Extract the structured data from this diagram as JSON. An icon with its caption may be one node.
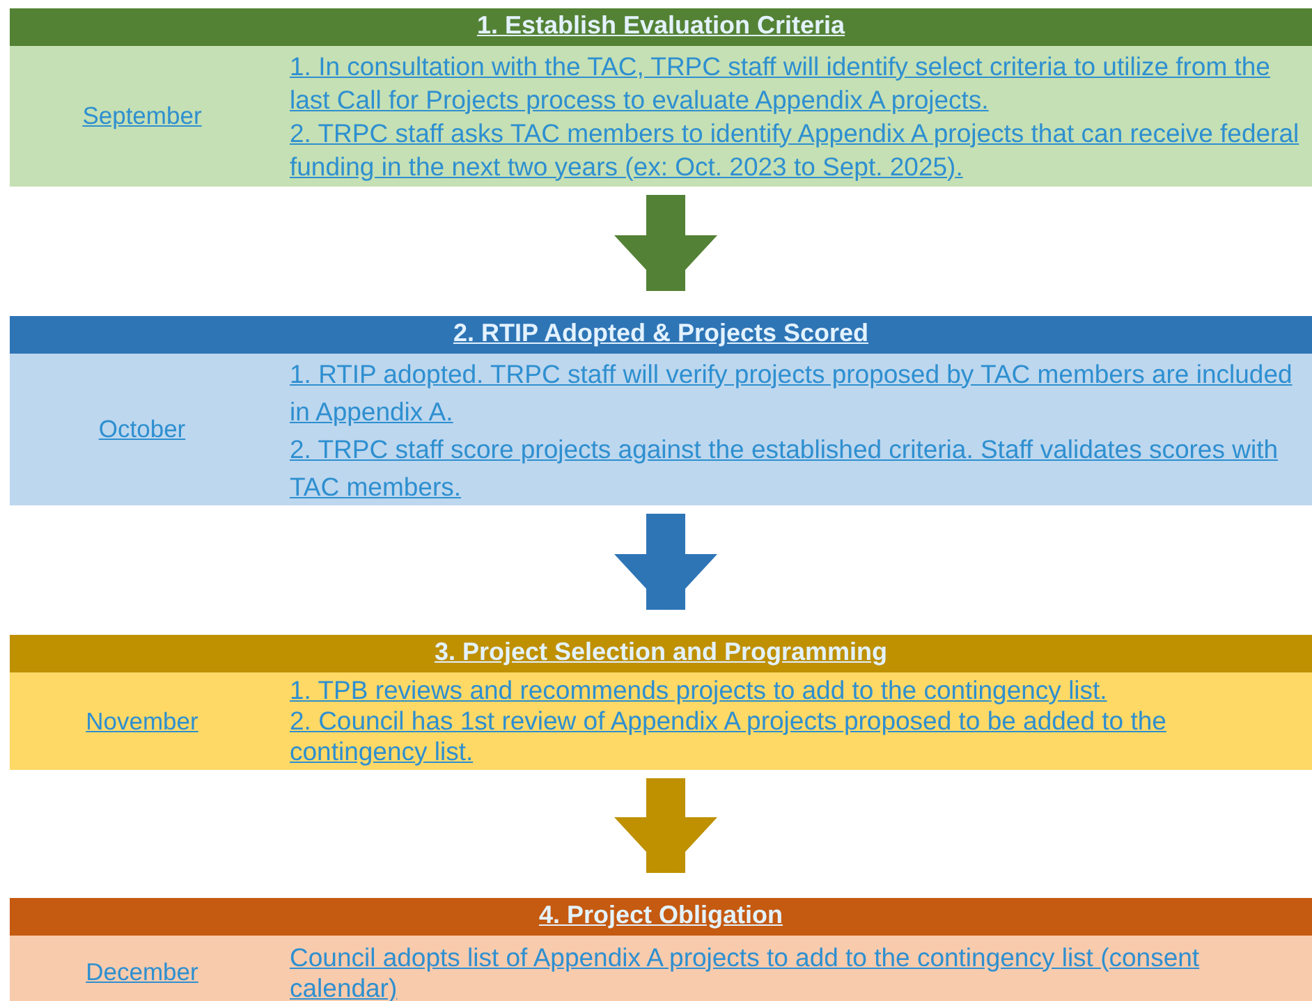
{
  "diagram": {
    "nodes": [
      {
        "text": [
          "1. Establish Evaluation Criteria"
        ]
      },
      {
        "text": [
          "September"
        ],
        "in": 0
      },
      {
        "text": [
          "1. In consultation with the TAC, TRPC staff will identify select criteria to utilize from the last Call for Projects process to evaluate Appendix A projects.",
          "2. TRPC staff asks TAC members to identify Appendix A projects that can receive federal funding in the next two years (ex:  Oct. 2023 to Sept. 2025)."
        ],
        "in": 0
      },
      {
        "text": [
          "2. RTIP Adopted & Projects Scored"
        ]
      },
      {
        "text": [
          "October"
        ],
        "in": 3
      },
      {
        "text": [
          "1. RTIP adopted.  TRPC staff will verify projects proposed by TAC members are included in Appendix A.",
          "2. TRPC staff score projects against the established criteria.  Staff validates scores with TAC members."
        ],
        "in": 3
      },
      {
        "text": [
          "3. Project Selection and Programming"
        ]
      },
      {
        "text": [
          "November"
        ],
        "in": 6
      },
      {
        "text": [
          "1. TPB reviews and recommends projects to add to the contingency list.",
          "2. Council has 1st review of Appendix A projects proposed to be added to the contingency list."
        ],
        "in": 6
      },
      {
        "text": [
          "4. Project Obligation"
        ]
      },
      {
        "text": [
          "December"
        ],
        "in": 9
      },
      {
        "text": [
          "Council adopts list of Appendix A projects to add to the contingency list (consent calendar)"
        ],
        "in": 9
      }
    ],
    "edges": [
      {
        "from": 0,
        "to": 3,
        "arrow": "to",
        "color": "#538135"
      },
      {
        "from": 3,
        "to": 6,
        "arrow": "to",
        "color": "#2e75b6"
      },
      {
        "from": 6,
        "to": 9,
        "arrow": "to",
        "color": "#bf9000"
      }
    ]
  }
}
